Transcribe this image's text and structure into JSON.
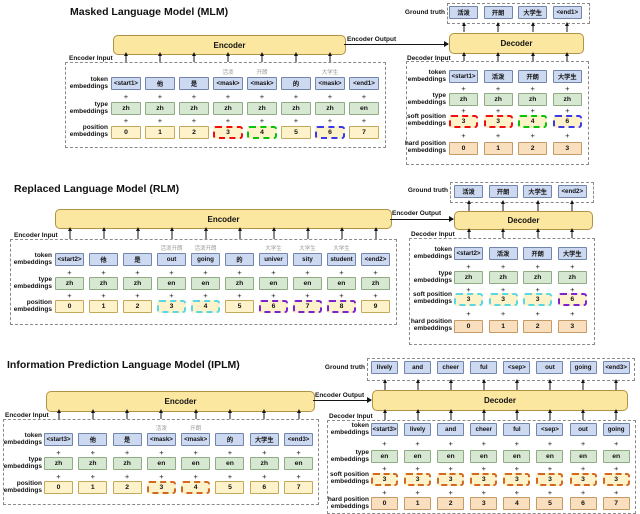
{
  "shared": {
    "encoder_label": "Encoder",
    "decoder_label": "Decoder",
    "encoder_input_label": "Encoder Input",
    "decoder_input_label": "Decoder Input",
    "encoder_output_label": "Encoder Output",
    "ground_truth_label": "Ground truth",
    "row_labels": {
      "token": "token embeddings",
      "type": "type embeddings",
      "position": "position embeddings",
      "soft": "soft position embeddings",
      "hard": "hard position embeddings"
    }
  },
  "colors": {
    "block_fill": "#fce7a1",
    "token_fill": "#ccd9f1",
    "type_fill": "#d7e8d2",
    "position_fill": "#fdf2ca",
    "hard_position_fill": "#fadfbf",
    "hl_red": "#f10d0d",
    "hl_green": "#09c309",
    "hl_blue": "#3939e8",
    "hl_cyan": "#59d7e3",
    "hl_purple": "#7e22ce",
    "hl_orange": "#d2691e"
  },
  "ops": {
    "plus4": [
      "+",
      "+",
      "+",
      "+"
    ],
    "plus8": [
      "+",
      "+",
      "+",
      "+",
      "+",
      "+",
      "+",
      "+"
    ],
    "plus10": [
      "+",
      "+",
      "+",
      "+",
      "+",
      "+",
      "+",
      "+",
      "+",
      "+"
    ]
  },
  "mlm": {
    "title": "Masked Language Model (MLM)",
    "ground_truth": [
      "活泼",
      "开朗",
      "大学生",
      "<end1>"
    ],
    "encoder_input": {
      "gray_labels": [
        "",
        "",
        "",
        "活泼",
        "开朗",
        "",
        "大学生",
        ""
      ],
      "tokens": [
        "<start1>",
        "他",
        "是",
        "<mask>",
        "<mask>",
        "的",
        "<mask>",
        "<end1>"
      ],
      "types": [
        "zh",
        "zh",
        "zh",
        "zh",
        "zh",
        "zh",
        "zh",
        "en"
      ],
      "positions": [
        "0",
        "1",
        "2",
        {
          "t": "3",
          "hl": "red"
        },
        {
          "t": "4",
          "hl": "green"
        },
        "5",
        {
          "t": "6",
          "hl": "blue"
        },
        "7"
      ]
    },
    "decoder_input": {
      "tokens": [
        "<start1>",
        "活泼",
        "开朗",
        "大学生"
      ],
      "types": [
        "zh",
        "zh",
        "zh",
        "zh"
      ],
      "soft_positions": [
        {
          "t": "3",
          "hl": "red"
        },
        {
          "t": "3",
          "hl": "red"
        },
        {
          "t": "4",
          "hl": "green"
        },
        {
          "t": "6",
          "hl": "blue"
        }
      ],
      "hard_positions": [
        "0",
        "1",
        "2",
        "3"
      ]
    }
  },
  "rlm": {
    "title": "Replaced Language Model (RLM)",
    "ground_truth": [
      "活泼",
      "开朗",
      "大学生",
      "<end2>"
    ],
    "encoder_input": {
      "gray_labels": [
        "",
        "",
        "",
        "活泼开朗",
        "活泼开朗",
        "",
        "大学生",
        "大学生",
        "大学生",
        ""
      ],
      "tokens": [
        "<start2>",
        "他",
        "是",
        "out",
        "going",
        "的",
        "univer",
        "sity",
        "student",
        "<end2>"
      ],
      "types": [
        "zh",
        "zh",
        "zh",
        "en",
        "en",
        "zh",
        "en",
        "en",
        "en",
        "zh"
      ],
      "positions": [
        "0",
        "1",
        "2",
        {
          "t": "3",
          "hl": "cyan"
        },
        {
          "t": "4",
          "hl": "cyan"
        },
        "5",
        {
          "t": "6",
          "hl": "purple"
        },
        {
          "t": "7",
          "hl": "purple"
        },
        {
          "t": "8",
          "hl": "purple"
        },
        "9"
      ]
    },
    "decoder_input": {
      "tokens": [
        "<start2>",
        "活泼",
        "开朗",
        "大学生"
      ],
      "types": [
        "zh",
        "zh",
        "zh",
        "zh"
      ],
      "soft_positions": [
        {
          "t": "3",
          "hl": "cyan"
        },
        {
          "t": "3",
          "hl": "cyan"
        },
        {
          "t": "3",
          "hl": "cyan"
        },
        {
          "t": "6",
          "hl": "purple"
        }
      ],
      "hard_positions": [
        "0",
        "1",
        "2",
        "3"
      ]
    }
  },
  "iplm": {
    "title": "Information Prediction Language Model (IPLM)",
    "ground_truth": [
      "lively",
      "and",
      "cheer",
      "ful",
      "<sep>",
      "out",
      "going",
      "<end3>"
    ],
    "encoder_input": {
      "gray_labels": [
        "",
        "",
        "",
        "活泼",
        "开朗",
        "",
        "",
        ""
      ],
      "tokens": [
        "<start3>",
        "他",
        "是",
        "<mask>",
        "<mask>",
        "的",
        "大学生",
        "<end3>"
      ],
      "types": [
        "zh",
        "zh",
        "zh",
        "en",
        "en",
        "en",
        "zh",
        "en"
      ],
      "positions": [
        "0",
        "1",
        "2",
        {
          "t": "3",
          "hl": "orange"
        },
        {
          "t": "4",
          "hl": "orange"
        },
        "5",
        "6",
        "7"
      ]
    },
    "decoder_input": {
      "tokens": [
        "<start3>",
        "lively",
        "and",
        "cheer",
        "ful",
        "<sep>",
        "out",
        "going"
      ],
      "types": [
        "en",
        "en",
        "en",
        "en",
        "en",
        "en",
        "en",
        "en"
      ],
      "soft_positions": [
        {
          "t": "3",
          "hl": "orange"
        },
        {
          "t": "3",
          "hl": "orange"
        },
        {
          "t": "3",
          "hl": "orange"
        },
        {
          "t": "3",
          "hl": "orange"
        },
        {
          "t": "3",
          "hl": "orange"
        },
        {
          "t": "3",
          "hl": "orange"
        },
        {
          "t": "3",
          "hl": "orange"
        },
        {
          "t": "3",
          "hl": "orange"
        }
      ],
      "hard_positions": [
        "0",
        "1",
        "2",
        "3",
        "4",
        "5",
        "6",
        "7"
      ]
    }
  }
}
